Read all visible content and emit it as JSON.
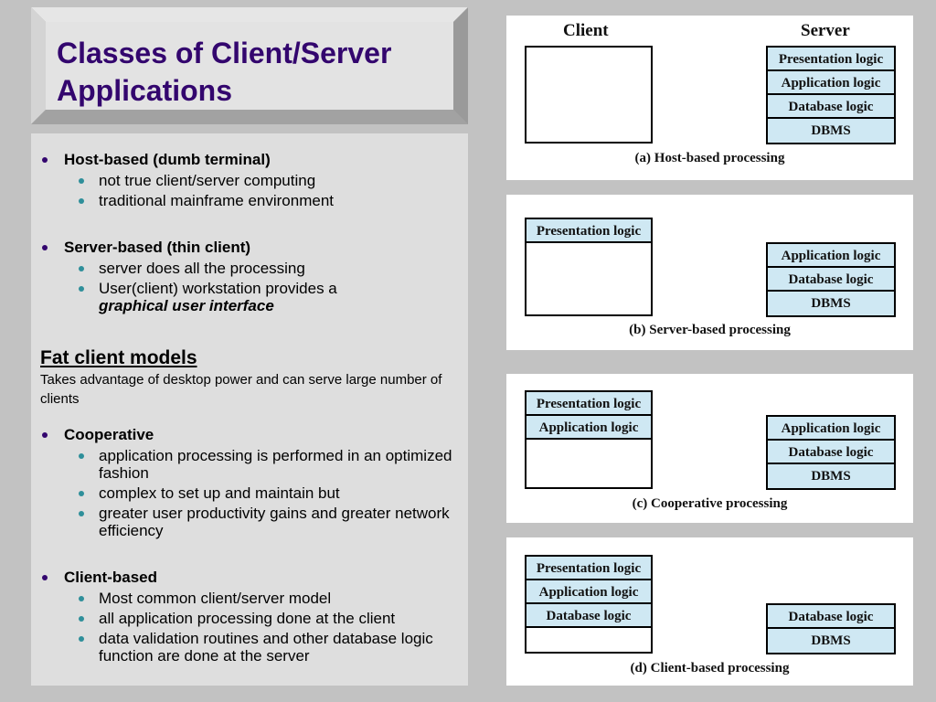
{
  "title": "Classes of Client/Server Applications",
  "content": {
    "host": {
      "heading": "Host-based  (dumb terminal)",
      "items": [
        "not true client/server computing",
        "traditional mainframe environment"
      ]
    },
    "server": {
      "heading": "Server-based (thin client)",
      "items": [
        "server does all the processing",
        "User(client) workstation provides a"
      ],
      "emphasis": "graphical user interface"
    },
    "fat": {
      "heading": "Fat client models",
      "desc": "Takes advantage of desktop power and can serve large number of clients"
    },
    "cooperative": {
      "heading": "Cooperative",
      "items": [
        "application processing is performed in an optimized fashion",
        "complex to set up and maintain but",
        "greater user productivity gains and greater network efficiency"
      ]
    },
    "client": {
      "heading": "Client-based",
      "items": [
        "Most common client/server model",
        "all application processing done at the client",
        "data validation routines and other database logic function are done at the server"
      ]
    }
  },
  "diagrams": {
    "client_label": "Client",
    "server_label": "Server",
    "labels": {
      "presentation": "Presentation logic",
      "application": "Application logic",
      "database": "Database logic",
      "dbms": "DBMS"
    },
    "captions": {
      "a": "(a) Host-based processing",
      "b": "(b) Server-based processing",
      "c": "(c) Cooperative processing",
      "d": "(d) Client-based processing"
    }
  },
  "colors": {
    "title": "#33066e",
    "cell_fill": "#cfe8f3"
  }
}
